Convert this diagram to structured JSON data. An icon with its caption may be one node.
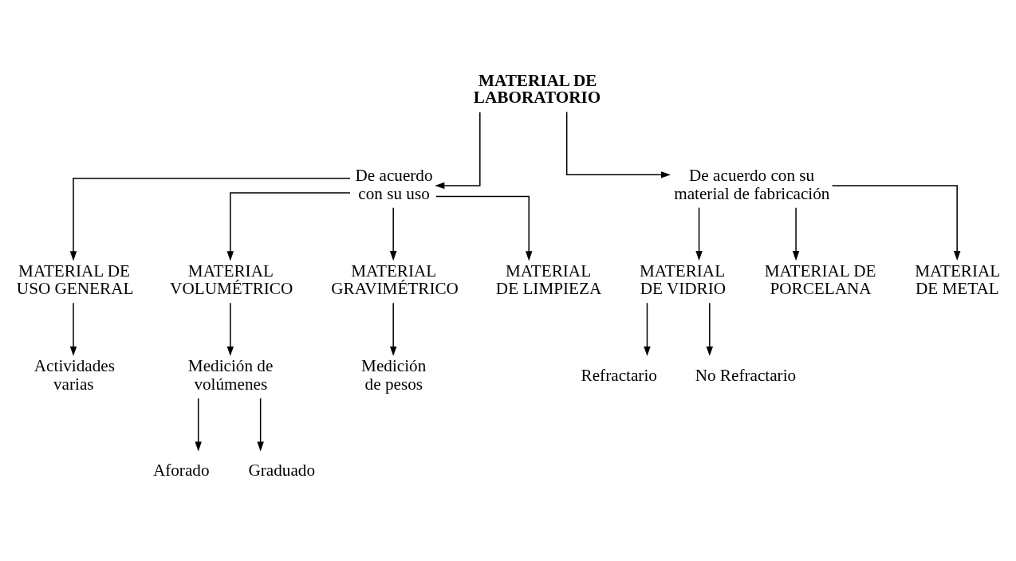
{
  "diagram": {
    "nodes": [
      {
        "text": [
          "MATERIAL DE LABORATORIO"
        ]
      },
      {
        "text": [
          "De acuerdo con su uso"
        ]
      },
      {
        "text": [
          "De acuerdo con su material de fabricación"
        ]
      },
      {
        "text": [
          "MATERIAL DE USO GENERAL"
        ]
      },
      {
        "text": [
          "MATERIAL VOLUMÉTRICO"
        ]
      },
      {
        "text": [
          "MATERIAL GRAVIMÉTRICO"
        ]
      },
      {
        "text": [
          "MATERIAL DE LIMPIEZA"
        ]
      },
      {
        "text": [
          "MATERIAL DE VIDRIO"
        ]
      },
      {
        "text": [
          "MATERIAL DE PORCELANA"
        ]
      },
      {
        "text": [
          "MATERIAL DE METAL"
        ]
      },
      {
        "text": [
          "Actividades varias"
        ]
      },
      {
        "text": [
          "Medición de volúmenes"
        ]
      },
      {
        "text": [
          "Medición de pesos"
        ]
      },
      {
        "text": [
          "Refractario"
        ]
      },
      {
        "text": [
          "No Refractario"
        ]
      },
      {
        "text": [
          "Aforado"
        ]
      },
      {
        "text": [
          "Graduado"
        ]
      }
    ],
    "edges": [
      {
        "from": 0,
        "to": 1,
        "arrow": "to"
      },
      {
        "from": 0,
        "to": 2,
        "arrow": "to"
      },
      {
        "from": 1,
        "to": 3,
        "arrow": "to"
      },
      {
        "from": 1,
        "to": 4,
        "arrow": "to"
      },
      {
        "from": 1,
        "to": 5,
        "arrow": "to"
      },
      {
        "from": 1,
        "to": 6,
        "arrow": "to"
      },
      {
        "from": 2,
        "to": 7,
        "arrow": "to"
      },
      {
        "from": 2,
        "to": 8,
        "arrow": "to"
      },
      {
        "from": 2,
        "to": 9,
        "arrow": "to"
      },
      {
        "from": 3,
        "to": 10,
        "arrow": "to"
      },
      {
        "from": 4,
        "to": 11,
        "arrow": "to"
      },
      {
        "from": 5,
        "to": 12,
        "arrow": "to"
      },
      {
        "from": 7,
        "to": 13,
        "arrow": "to"
      },
      {
        "from": 7,
        "to": 14,
        "arrow": "to"
      },
      {
        "from": 11,
        "to": 15,
        "arrow": "to"
      },
      {
        "from": 11,
        "to": 16,
        "arrow": "to"
      }
    ]
  }
}
